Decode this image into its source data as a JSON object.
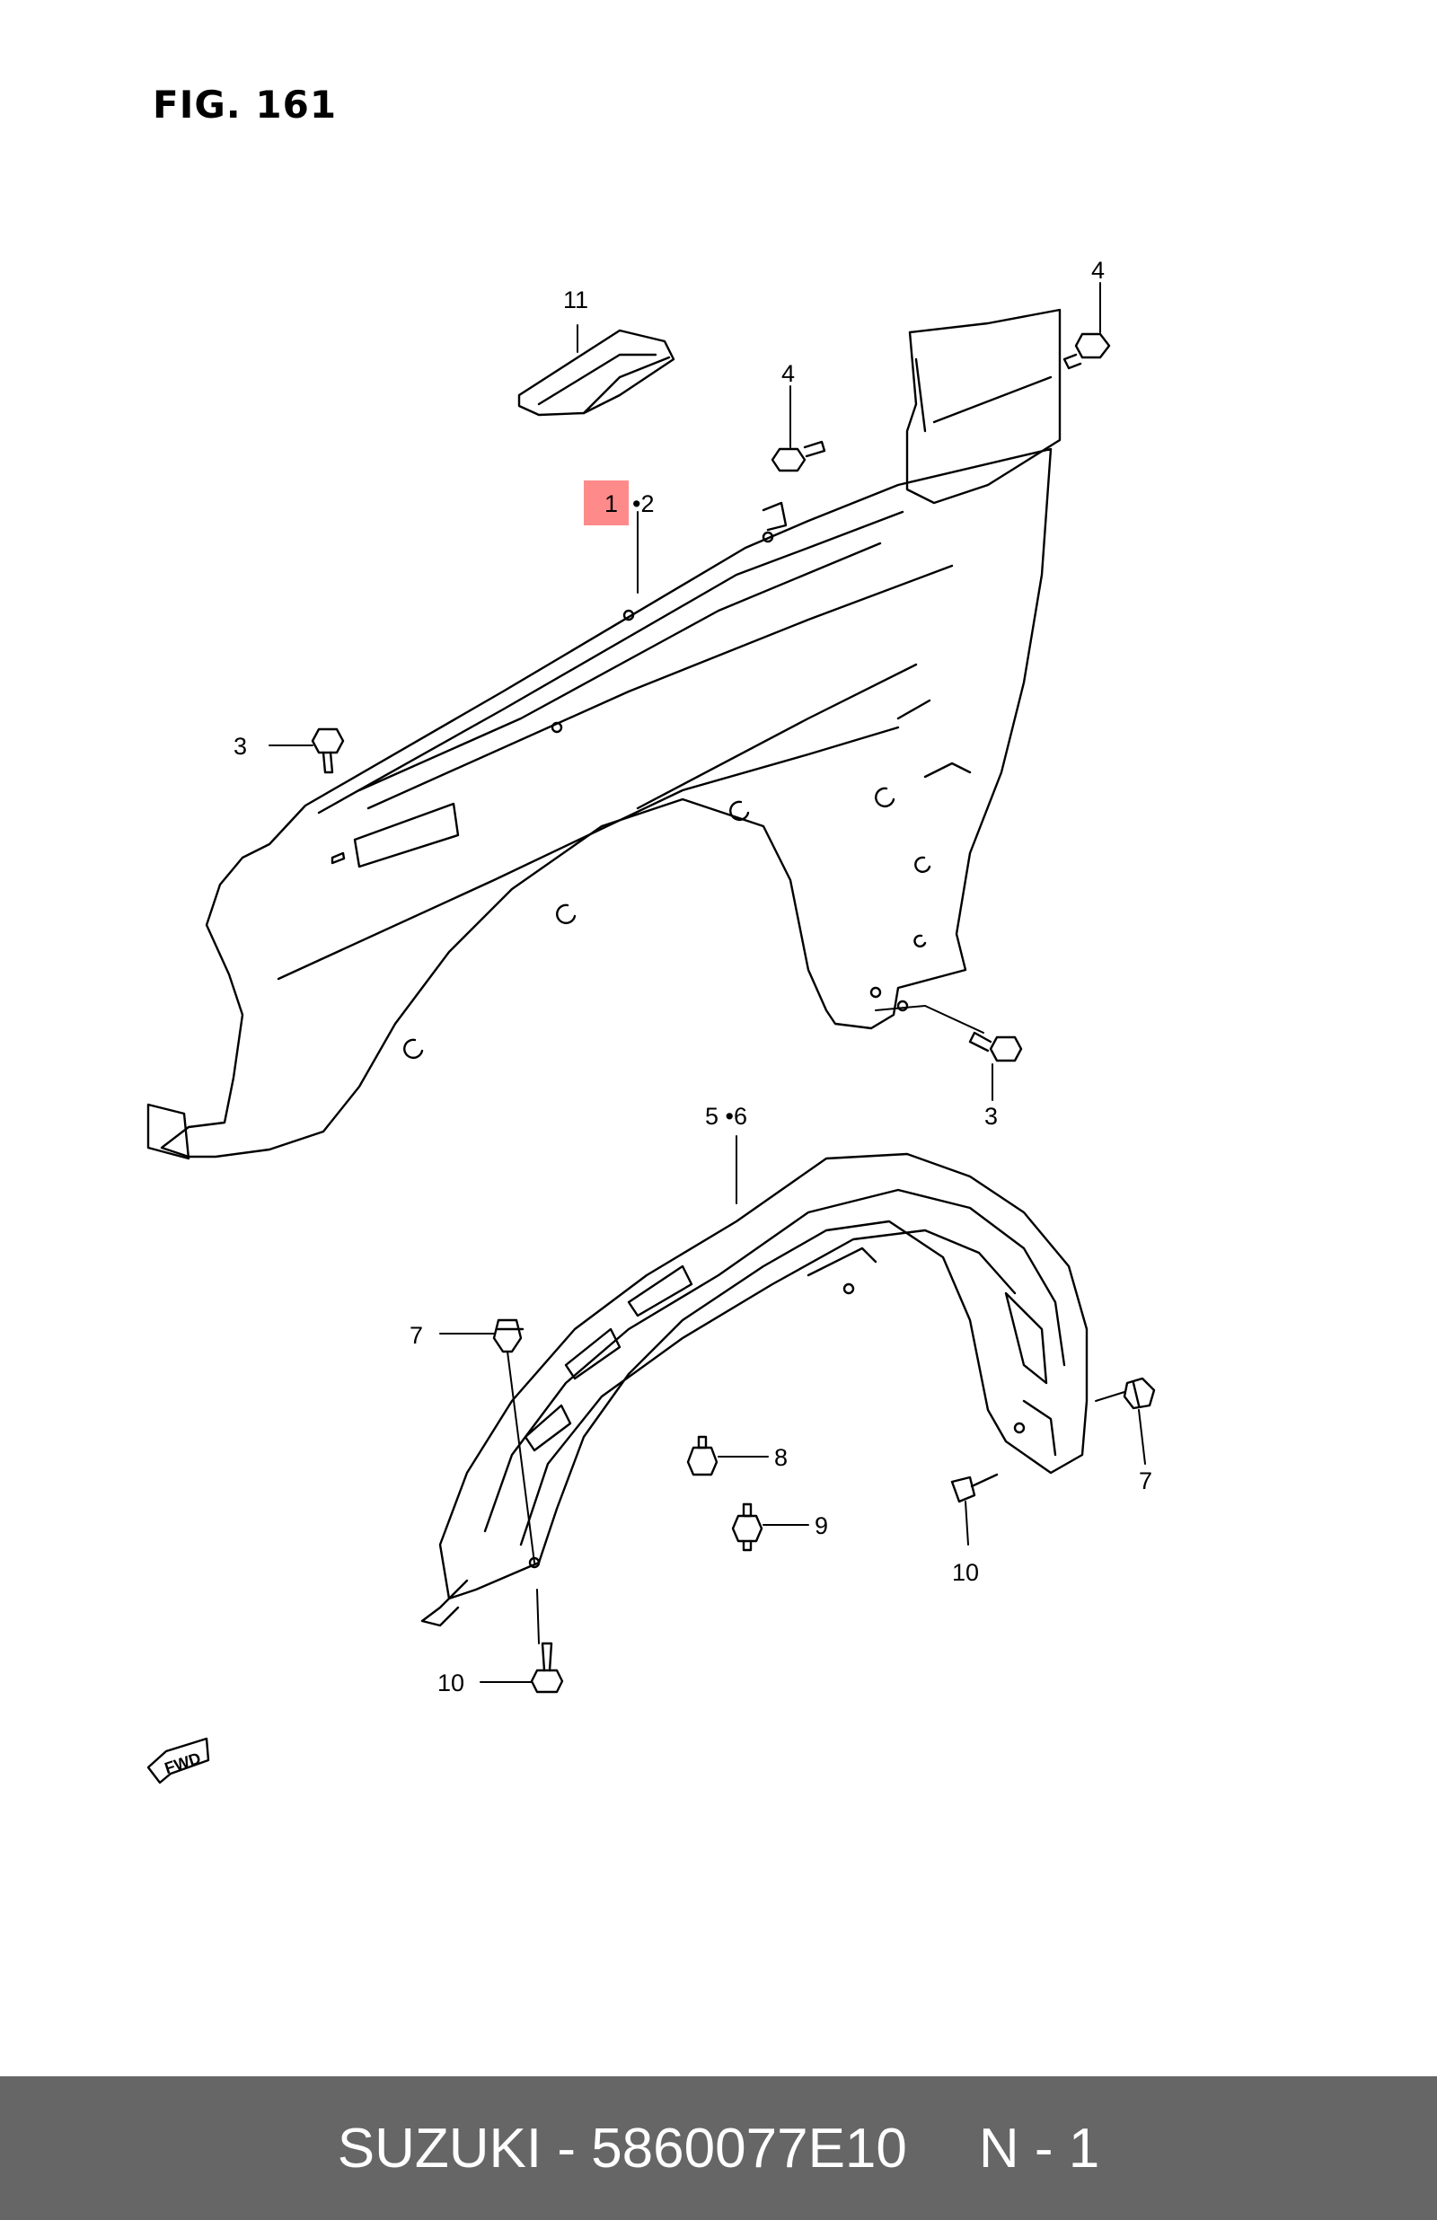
{
  "figure": {
    "title": "FIG. 161"
  },
  "callouts": {
    "c1": "1",
    "c2": "•2",
    "c3a": "3",
    "c3b": "3",
    "c4a": "4",
    "c4b": "4",
    "c56": "5 •6",
    "c7a": "7",
    "c7b": "7",
    "c8": "8",
    "c9": "9",
    "c10a": "10",
    "c10b": "10",
    "c11": "11"
  },
  "highlight": {
    "part": "1",
    "color": "#ff8a8a"
  },
  "fwd_label": "FWD",
  "footer": {
    "brand_part": "SUZUKI - 5860077E10",
    "page": "N - 1",
    "bg": "#666666",
    "color": "#ffffff"
  }
}
